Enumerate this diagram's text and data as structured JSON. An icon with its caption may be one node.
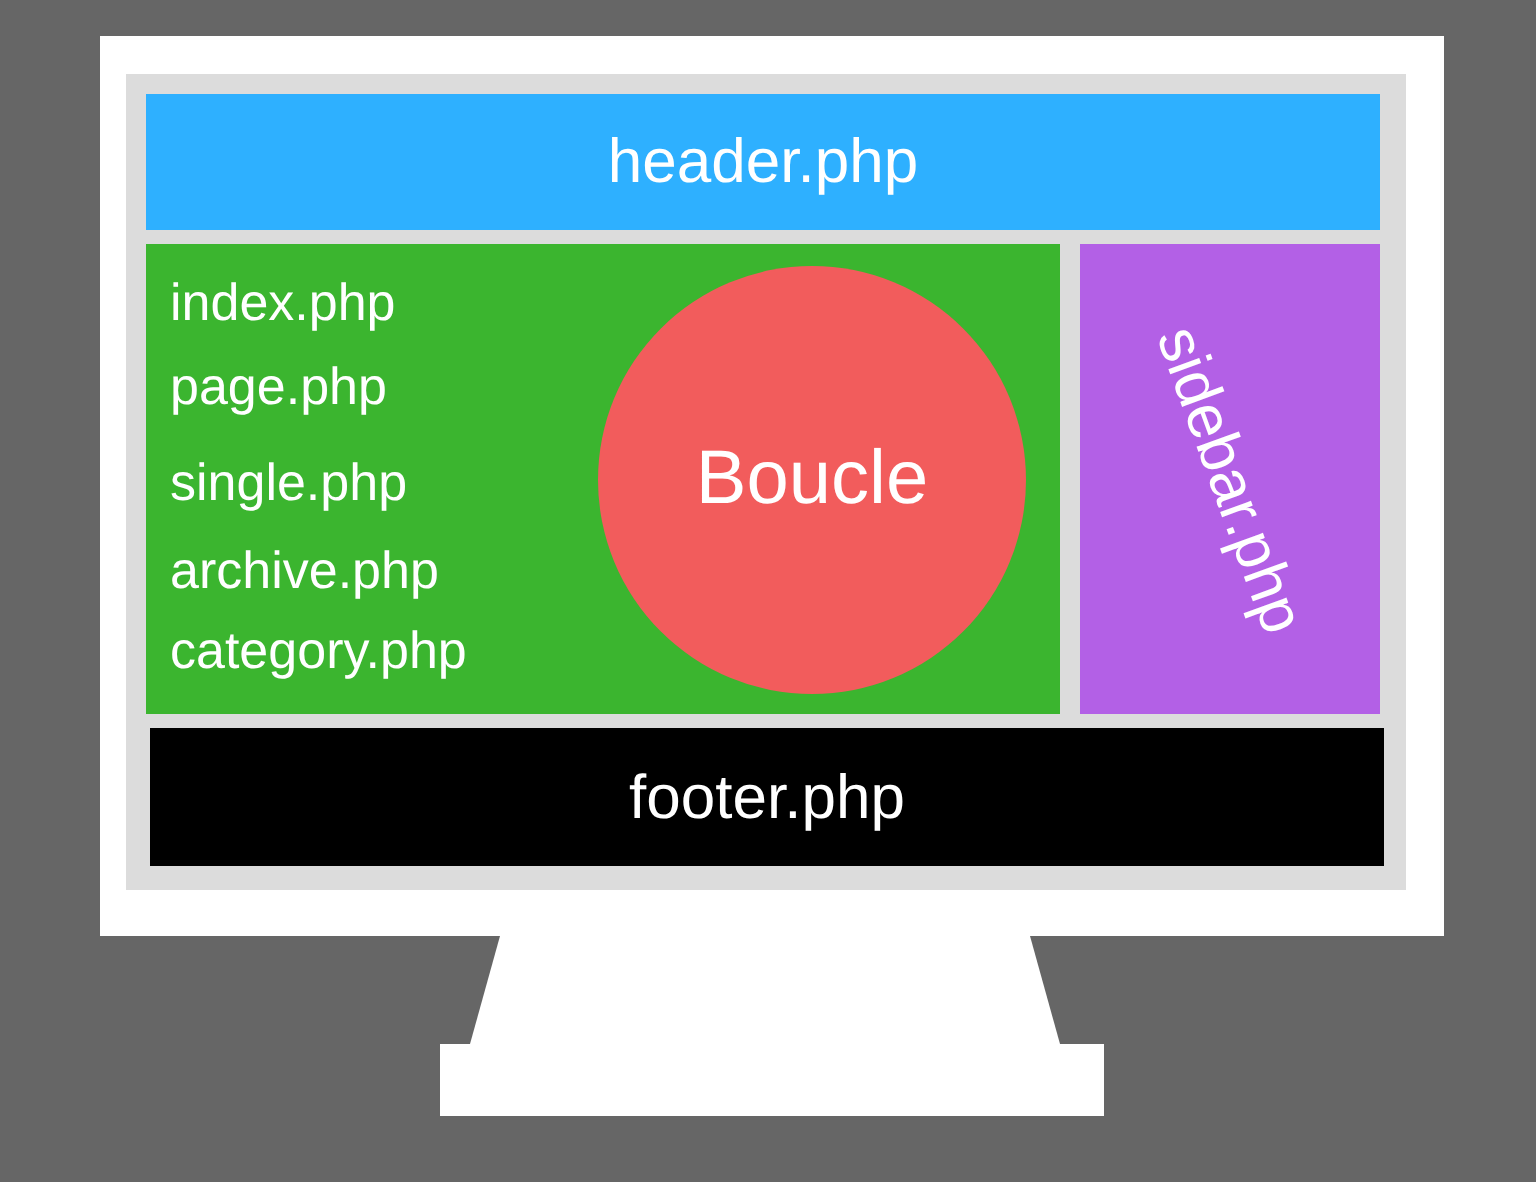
{
  "diagram": {
    "nodes": [
      {
        "text": [
          "header.php"
        ]
      },
      {
        "text": [
          "index.php",
          "page.php",
          "single.php",
          "archive.php",
          "category.php"
        ]
      },
      {
        "text": [
          "Boucle"
        ],
        "in": 1
      },
      {
        "text": [
          "sidebar.php"
        ]
      },
      {
        "text": [
          "footer.php"
        ]
      }
    ]
  }
}
